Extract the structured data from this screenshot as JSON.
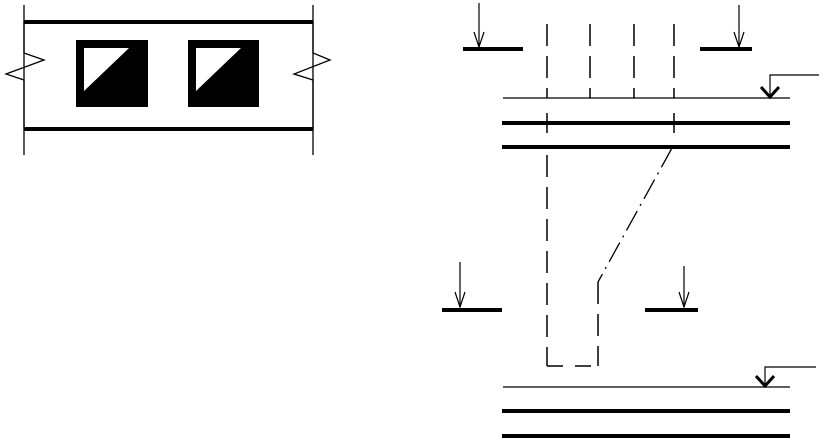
{
  "diagram": {
    "background_color": "#ffffff",
    "ink_color": "#000000",
    "left_detail": {
      "description_visible_text": "",
      "openings": [
        {
          "id": "opening-left",
          "style": "black-square-with-white-diagonal"
        },
        {
          "id": "opening-right",
          "style": "black-square-with-white-diagonal"
        }
      ]
    },
    "right_detail": {
      "upper_section_markers": 2,
      "lower_section_markers": 2,
      "level_markers": 2
    }
  }
}
